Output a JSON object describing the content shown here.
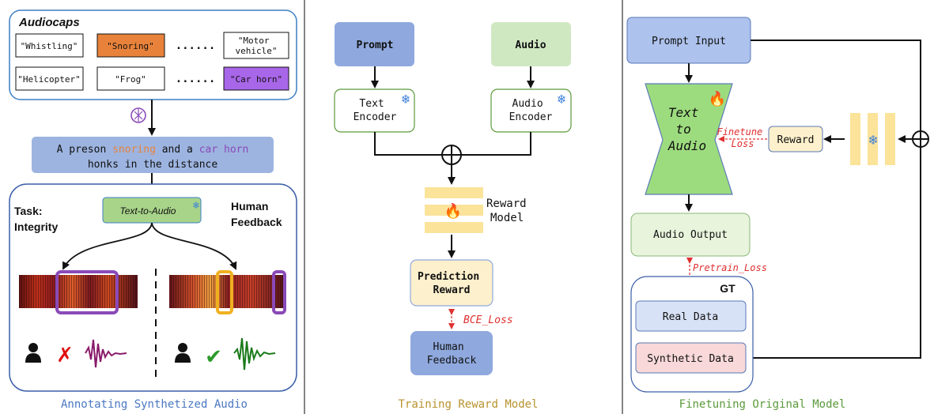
{
  "colors": {
    "panel1_caption": "#4a78c2",
    "panel2_caption": "#b8922e",
    "panel3_caption": "#5a9a3a",
    "snoring": "#e8823a",
    "car_horn": "#8a4ab8",
    "loss_red": "#e03030",
    "blue_box": "#9db4e0",
    "green_box": "#a8d48a",
    "cream_box": "#fdf0cc",
    "pink_box": "#f8d8d8",
    "yellow_bar": "#fbe39a",
    "flame": "#ff3b1e",
    "snow": "#3a7ed8"
  },
  "panel1": {
    "dataset_title": "Audiocaps",
    "tags": [
      "\"Whistling\"",
      "\"Snoring\"",
      "\"Motor\nvehicle\"",
      "\"Helicopter\"",
      "\"Frog\"",
      "\"Car horn\""
    ],
    "ellipsis": "......",
    "caption_parts": [
      "A preson ",
      "snoring",
      " and a ",
      "car horn"
    ],
    "caption_line2": "honks in the distance",
    "task_label": [
      "Task:",
      "Integrity"
    ],
    "model_label": "Text-to-Audio",
    "human_feedback": [
      "Human",
      "Feedback"
    ],
    "panel_caption": "Annotating Synthetized Audio"
  },
  "panel2": {
    "prompt": "Prompt",
    "audio": "Audio",
    "text_encoder": [
      "Text",
      "Encoder"
    ],
    "audio_encoder": [
      "Audio",
      "Encoder"
    ],
    "reward_model": [
      "Reward",
      "Model"
    ],
    "prediction_reward": [
      "Prediction",
      "Reward"
    ],
    "loss": "BCE_Loss",
    "human_feedback": [
      "Human",
      "Feedback"
    ],
    "panel_caption": "Training Reward Model"
  },
  "panel3": {
    "prompt_input": "Prompt Input",
    "t2a": [
      "Text",
      "to",
      "Audio"
    ],
    "finetune_loss": [
      "Finetune",
      "Loss"
    ],
    "reward": "Reward",
    "audio_output": "Audio Output",
    "pretrain_loss": "Pretrain_Loss",
    "gt": "GT",
    "real_data": "Real Data",
    "synthetic_data": "Synthetic Data",
    "panel_caption": "Finetuning Original Model"
  }
}
